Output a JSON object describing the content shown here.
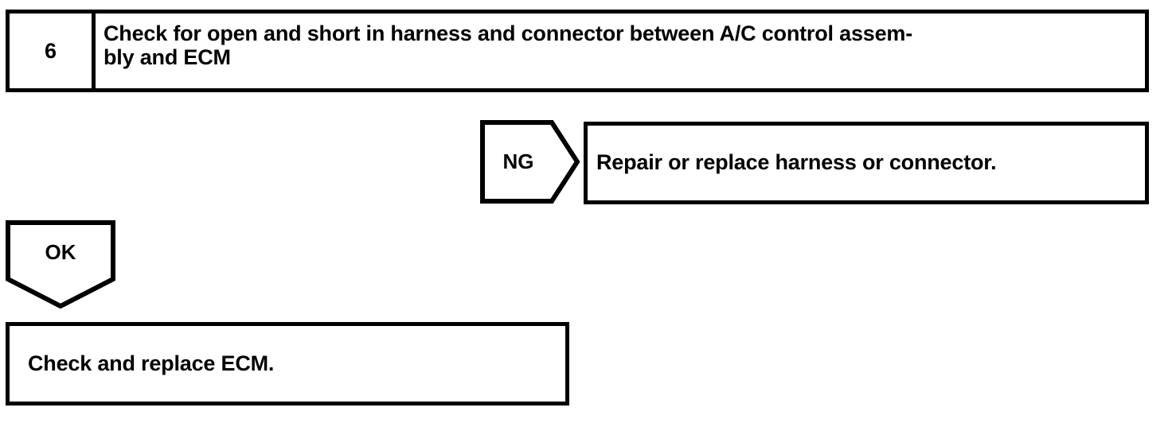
{
  "diagram": {
    "type": "troubleshooting-flowchart",
    "ink_color": "#000000",
    "background_color": "#ffffff",
    "step": {
      "number": "6",
      "instruction": "Check for open and short in harness and connector between A/C control assem-\nbly and ECM"
    },
    "branches": {
      "ng": {
        "tag_label": "NG",
        "tag_shape": "right-arrow-pentagon",
        "result_text": "Repair or replace harness or connector."
      },
      "ok": {
        "tag_label": "OK",
        "tag_shape": "down-arrow-pentagon",
        "result_text": "Check and replace ECM."
      }
    }
  }
}
